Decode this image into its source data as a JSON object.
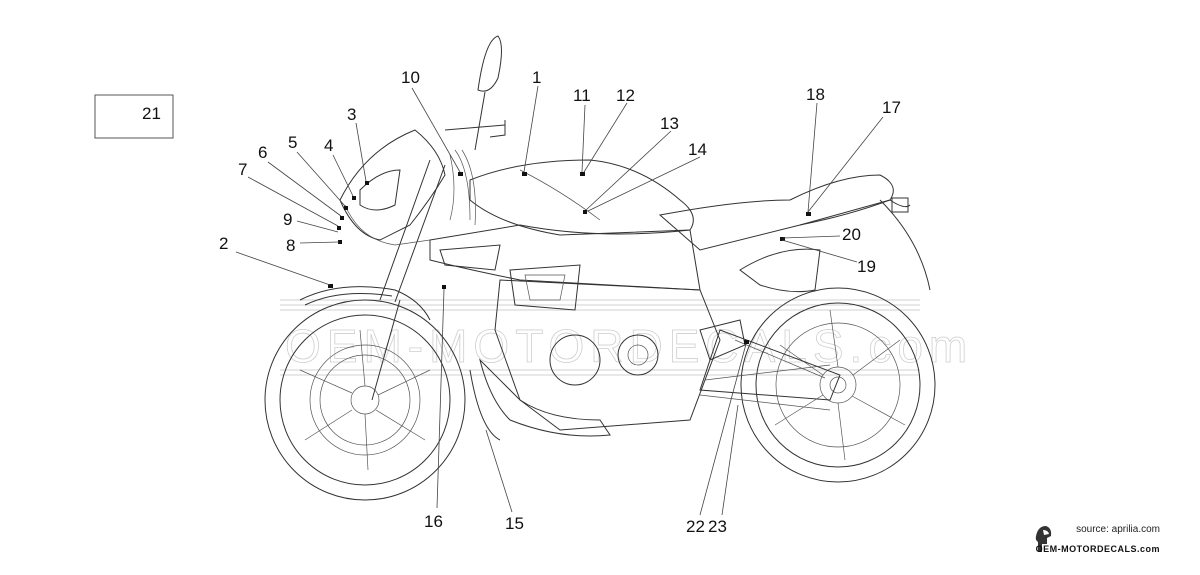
{
  "diagram": {
    "callouts": [
      "1",
      "2",
      "3",
      "4",
      "5",
      "6",
      "7",
      "8",
      "9",
      "10",
      "11",
      "12",
      "13",
      "14",
      "15",
      "16",
      "17",
      "18",
      "19",
      "20",
      "21",
      "22",
      "23"
    ],
    "box_label": "21"
  },
  "watermark": "OEM-MOTORDECALS.com",
  "footer": {
    "source": "source: aprilia.com",
    "brand": "OEM-MOTORDECALS.com",
    "logo_icon": "helmet-logo-icon"
  }
}
